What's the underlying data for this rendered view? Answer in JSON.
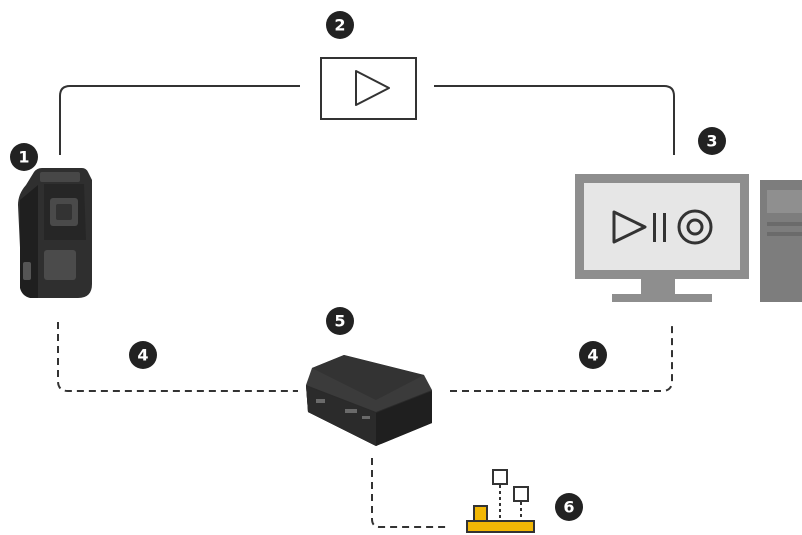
{
  "colors": {
    "line": "#333333",
    "badge": "#222222",
    "monitor_frame": "#8e8e8e",
    "monitor_screen": "#e6e6e6",
    "tower": "#7d7d7d",
    "device_dark": "#2c2c2c",
    "io_accent": "#f2b705"
  },
  "icons": [
    "body-worn-camera-icon",
    "video-player-icon",
    "computer-icon",
    "recorder-icon",
    "io-module-icon",
    "play-icon",
    "pause-icon",
    "record-icon"
  ],
  "badges": [
    {
      "id": "camera",
      "label": "1"
    },
    {
      "id": "player",
      "label": "2"
    },
    {
      "id": "computer",
      "label": "3"
    },
    {
      "id": "link-left",
      "label": "4"
    },
    {
      "id": "link-right",
      "label": "4"
    },
    {
      "id": "recorder",
      "label": "5"
    },
    {
      "id": "io",
      "label": "6"
    }
  ]
}
